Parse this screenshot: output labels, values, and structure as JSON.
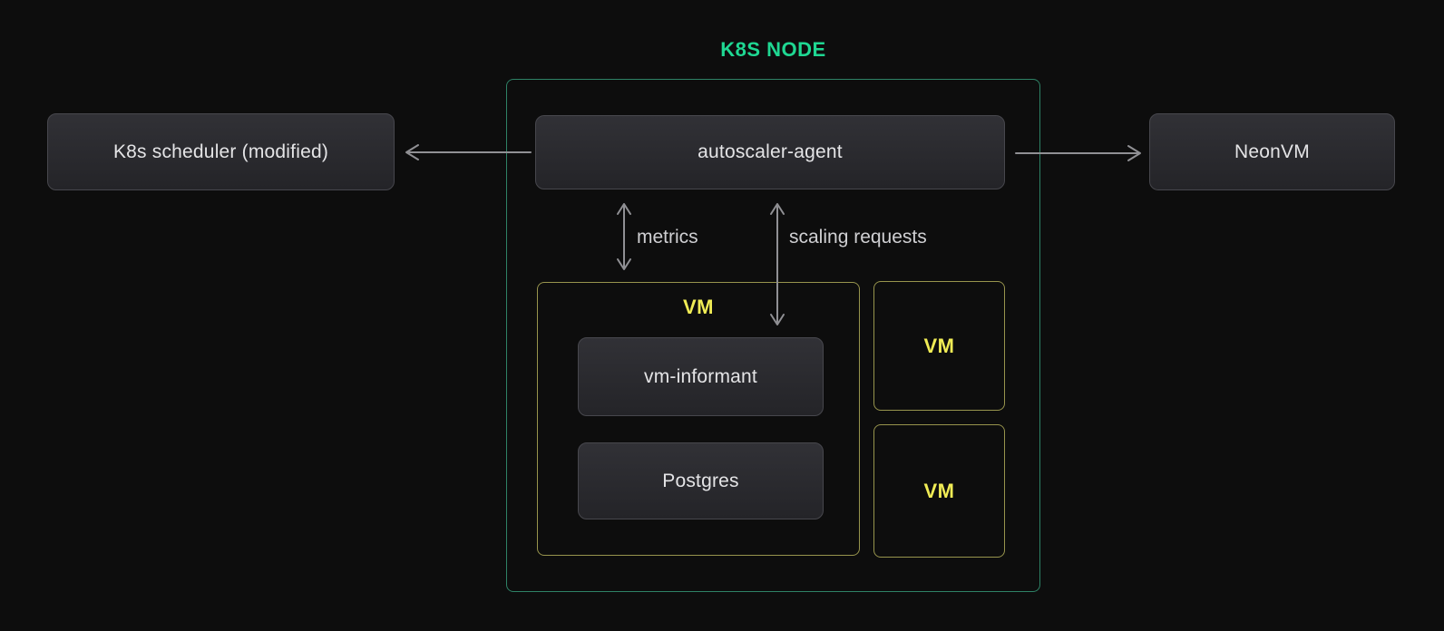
{
  "diagram": {
    "title": "K8S NODE",
    "nodes": {
      "scheduler": {
        "label": "K8s scheduler (modified)"
      },
      "autoscaler": {
        "label": "autoscaler-agent"
      },
      "neonvm": {
        "label": "NeonVM"
      },
      "vm_container": {
        "label": "VM"
      },
      "vm_informant": {
        "label": "vm-informant"
      },
      "postgres": {
        "label": "Postgres"
      },
      "vm_small_top": {
        "label": "VM"
      },
      "vm_small_bottom": {
        "label": "VM"
      }
    },
    "edges": {
      "autoscaler_to_scheduler": {
        "direction": "left",
        "label": ""
      },
      "autoscaler_to_neonvm": {
        "direction": "right",
        "label": ""
      },
      "metrics": {
        "direction": "both-vertical",
        "label": "metrics"
      },
      "scaling_requests": {
        "direction": "both-vertical",
        "label": "scaling requests"
      }
    }
  },
  "colors": {
    "background": "#0d0d0d",
    "accent_green": "#1fd792",
    "green_border": "#2e8266",
    "vm_yellow": "#f0ec55",
    "vm_border": "#97944d",
    "node_border": "#47474d",
    "text": "#e4e4e6",
    "label_text": "#cfcfd2",
    "arrow": "#909094"
  }
}
